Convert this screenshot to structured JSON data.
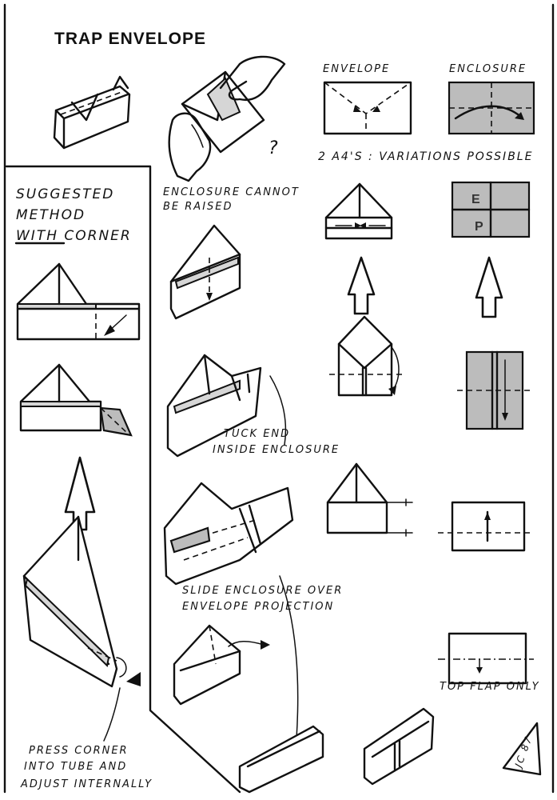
{
  "title": "TRAP ENVELOPE",
  "labels": {
    "envelope": "ENVELOPE",
    "enclosure": "ENCLOSURE",
    "variations": "2 A4'S : VARIATIONS POSSIBLE",
    "question": "?",
    "enclosure_cannot_1": "ENCLOSURE CANNOT",
    "enclosure_cannot_2": "BE RAISED",
    "suggested_1": "SUGGESTED",
    "suggested_2": "METHOD",
    "suggested_3": "WITH CORNER",
    "tuck_1": "TUCK END",
    "tuck_2": "INSIDE ENCLOSURE",
    "slide_1": "SLIDE ENCLOSURE OVER",
    "slide_2": "ENVELOPE PROJECTION",
    "top_flap": "TOP FLAP ONLY",
    "press_1": "PRESS CORNER",
    "press_2": "INTO TUBE AND",
    "press_3": "ADJUST INTERNALLY",
    "signature": "JC 87",
    "enclosure_letter_e": "E",
    "enclosure_letter_p": "P"
  }
}
